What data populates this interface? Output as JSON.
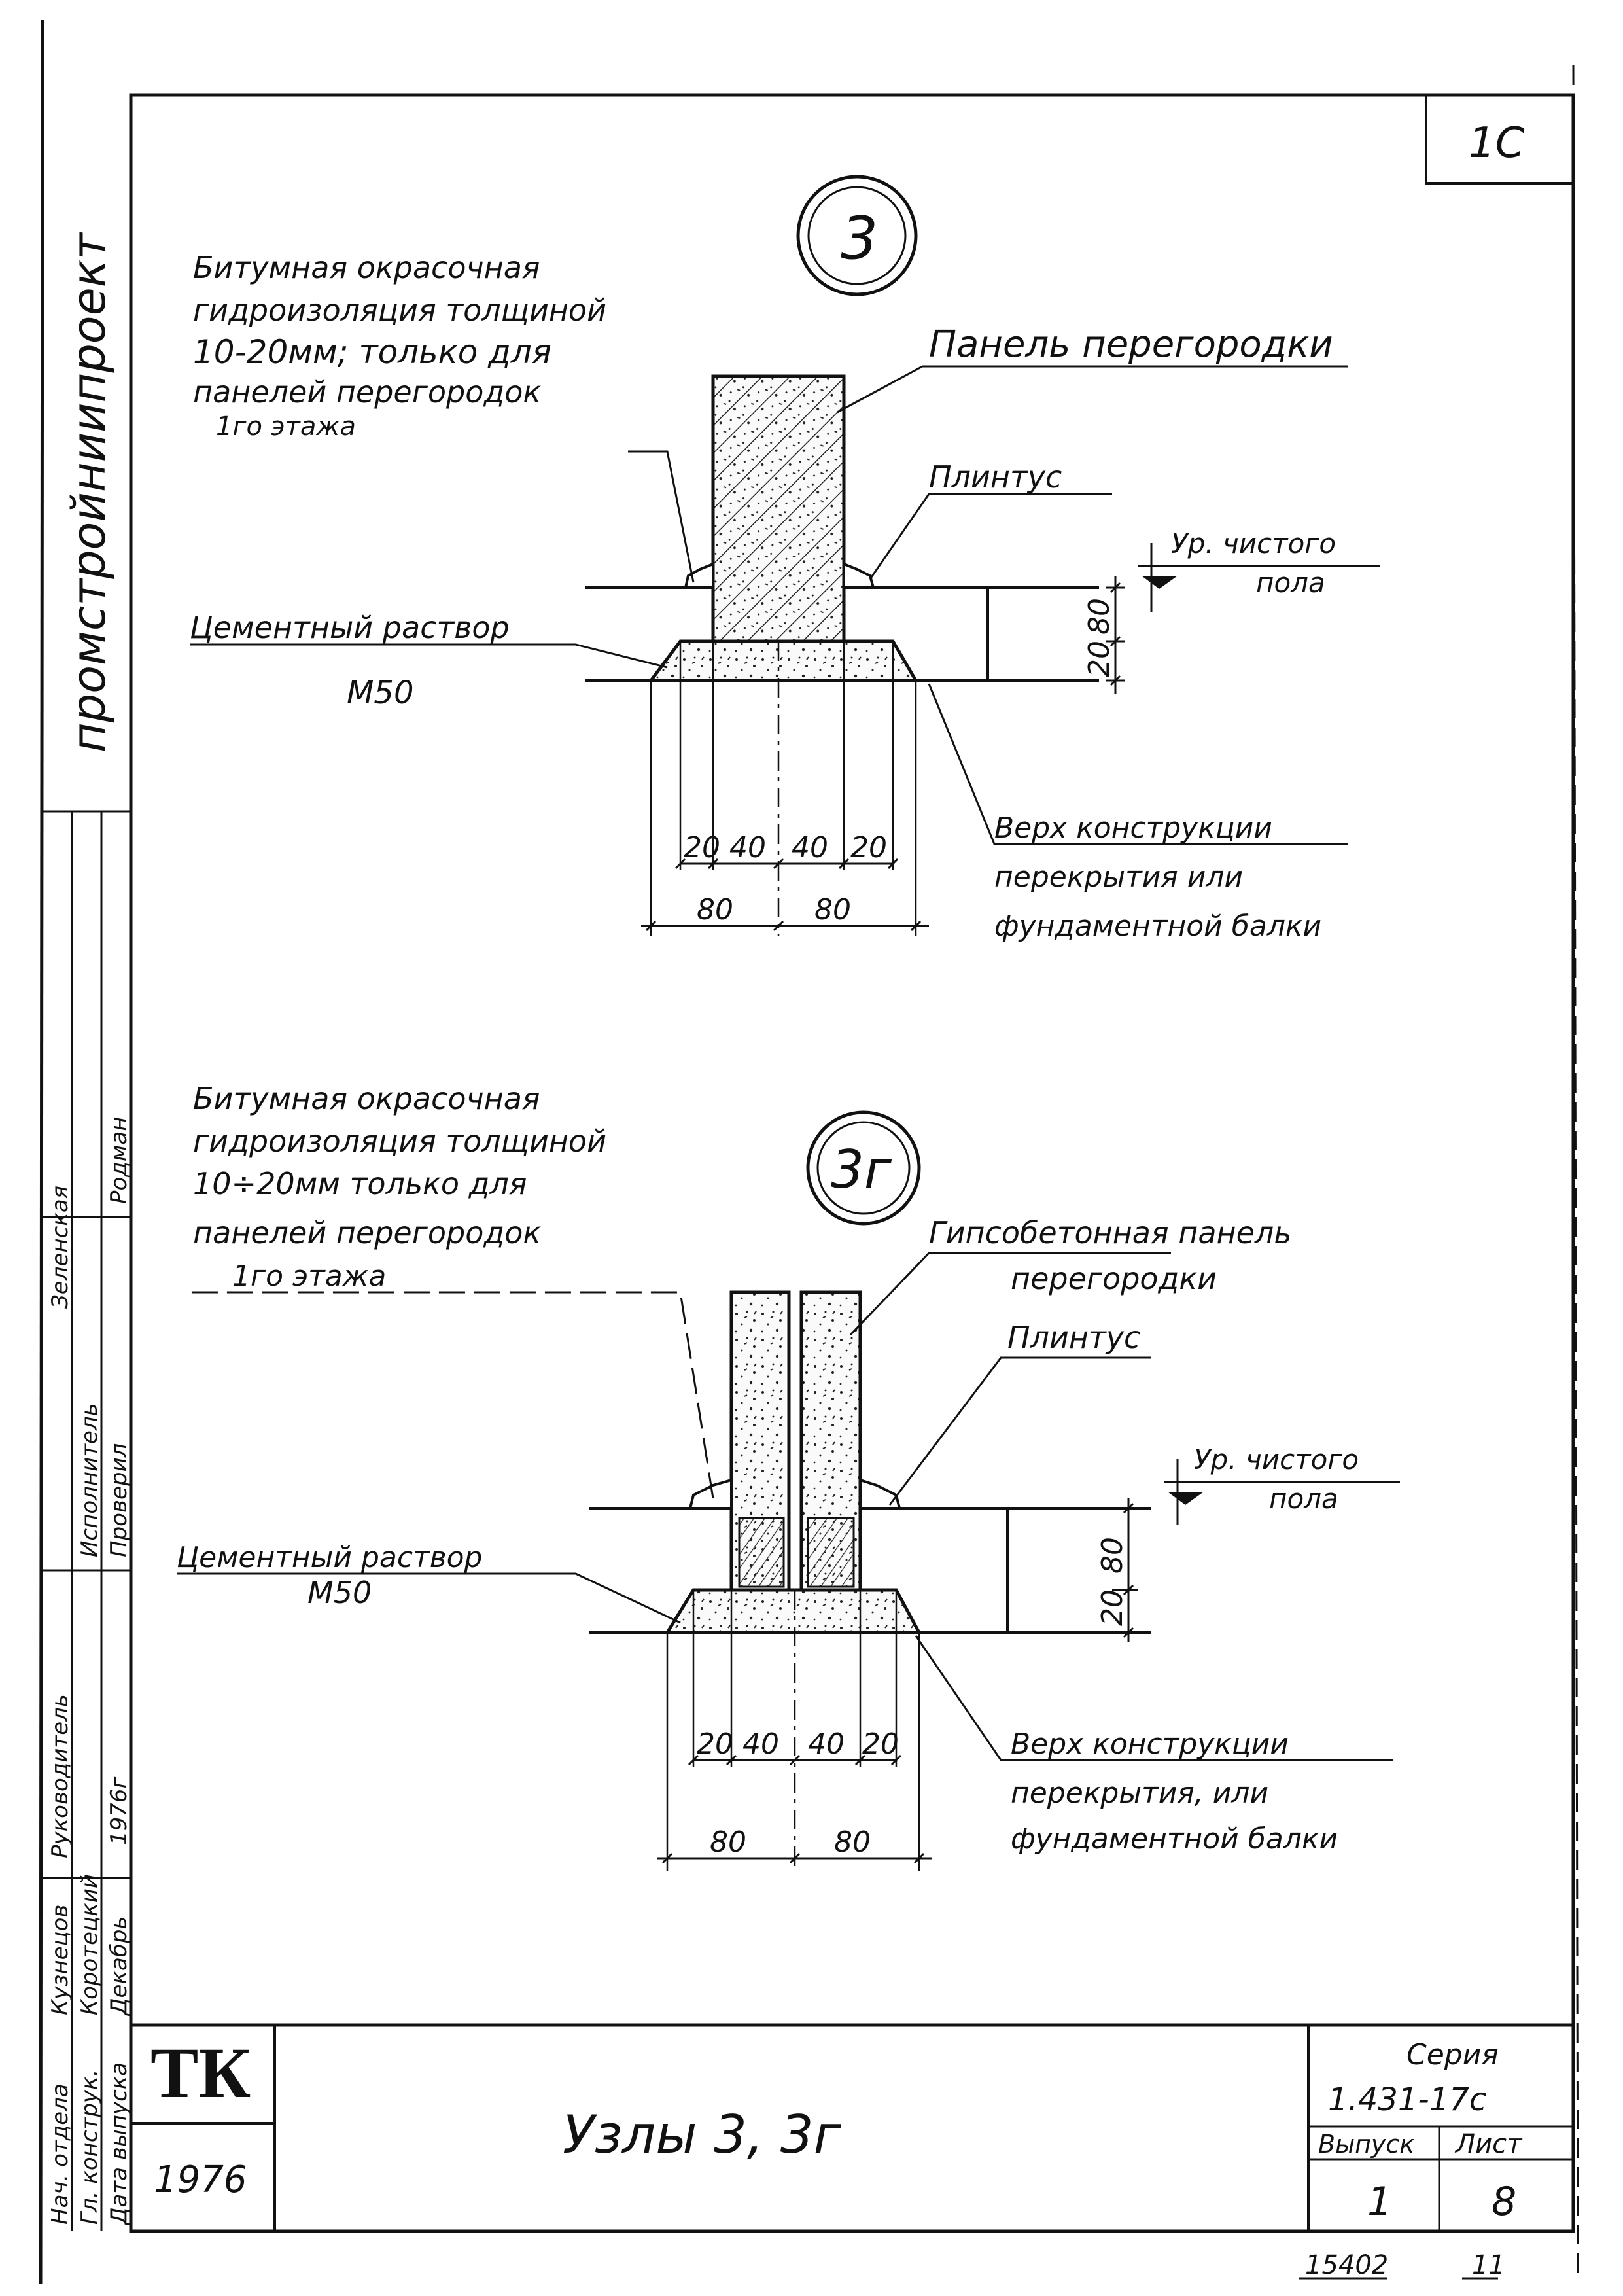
{
  "sheet_corner": "1C",
  "org_vertical": "промстройниипроект",
  "stamp_roles": [
    "Нач. отдела",
    "Гл. конструк.",
    "Дата выпуска",
    "Руководитель",
    "Кузнецов",
    "Коротецкий",
    "Декабрь",
    "Исполнитель",
    "Проверил",
    "Зеленская",
    "Родман",
    "1976г"
  ],
  "detail1": {
    "bubble": "3",
    "note1": [
      "Битумная окрасочная",
      "гидроизоляция толщиной",
      "10-20мм; только для",
      "панелей перегородок",
      "1го этажа"
    ],
    "panel": "Панель перегородки",
    "plinth": "Плинтус",
    "level": [
      "Ур. чистого",
      "пола"
    ],
    "mortar": [
      "Цементный раствор",
      "М50"
    ],
    "dims_top": [
      "20",
      "40",
      "40",
      "20"
    ],
    "dims_bottom": [
      "80",
      "80"
    ],
    "dims_vert": [
      "80",
      "20"
    ],
    "base": [
      "Верх конструкции",
      "перекрытия или",
      "фундаментной балки"
    ]
  },
  "detail2": {
    "bubble": "3г",
    "note1": [
      "Битумная окрасочная",
      "гидроизоляция толщиной",
      "10÷20мм только для",
      "панелей перегородок",
      "1го этажа"
    ],
    "panel": [
      "Гипсобетонная панель",
      "перегородки"
    ],
    "plinth": "Плинтус",
    "level": [
      "Ур. чистого",
      "пола"
    ],
    "mortar": [
      "Цементный раствор",
      "М50"
    ],
    "dims_top": [
      "20",
      "40",
      "40",
      "20"
    ],
    "dims_bottom": [
      "80",
      "80"
    ],
    "dims_vert": [
      "80",
      "20"
    ],
    "base": [
      "Верх конструкции",
      "перекрытия, или",
      "фундаментной балки"
    ]
  },
  "title_block": {
    "logo": "ТК",
    "year": "1976",
    "title": "Узлы 3, 3г",
    "series_label": "Серия",
    "series": "1.431-17с",
    "issue_label": "Выпуск",
    "sheet_label": "Лист",
    "issue": "1",
    "sheet": "8"
  },
  "footer": {
    "code": "15402",
    "page": "11"
  }
}
